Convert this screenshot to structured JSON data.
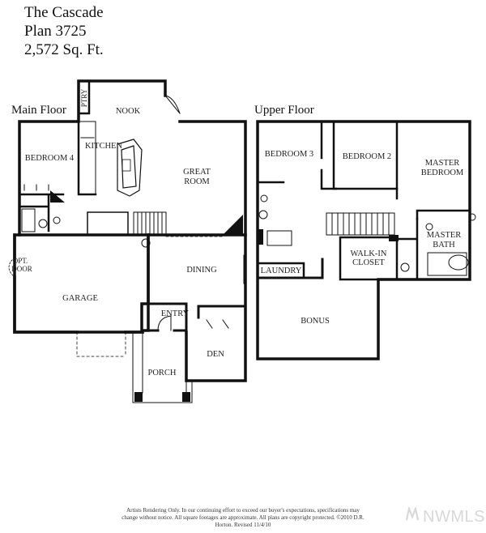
{
  "header": {
    "name": "The Cascade",
    "plan": "Plan 3725",
    "area": "2,572 Sq. Ft."
  },
  "floors": {
    "main": "Main Floor",
    "upper": "Upper Floor"
  },
  "main_rooms": {
    "nook": "NOOK",
    "pantry": "PTRY",
    "kitchen": "KITCHEN",
    "bedroom4": "BEDROOM 4",
    "great_room_1": "GREAT",
    "great_room_2": "ROOM",
    "opt_door_1": "OPT.",
    "opt_door_2": "DOOR",
    "garage": "GARAGE",
    "dining": "DINING",
    "entry": "ENTRY",
    "den": "DEN",
    "porch": "PORCH"
  },
  "upper_rooms": {
    "bedroom3": "BEDROOM 3",
    "bedroom2": "BEDROOM 2",
    "master_bedroom_1": "MASTER",
    "master_bedroom_2": "BEDROOM",
    "master_bath_1": "MASTER",
    "master_bath_2": "BATH",
    "walkin_1": "WALK-IN",
    "walkin_2": "CLOSET",
    "laundry": "LAUNDRY",
    "bonus": "BONUS"
  },
  "footer": {
    "disclaimer": "Artists Rendering Only. In our continuing effort to exceed our buyer's expectations, specifications may change without notice.  All square footages are approximate. All plans are copyright protected. ©2010 D.R. Horton. Revised 11/4/10"
  },
  "watermark": {
    "text": "NWMLS",
    "icon": "nwmls-logo-icon"
  }
}
